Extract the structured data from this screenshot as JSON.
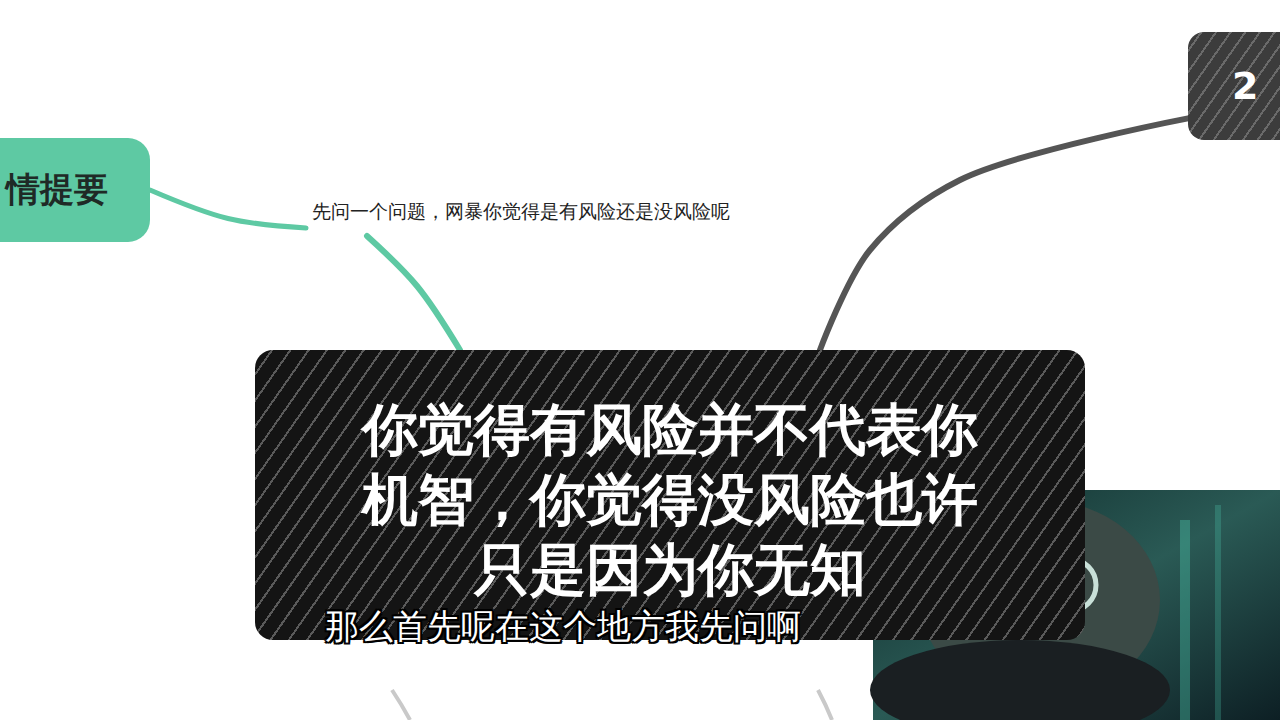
{
  "diagram": {
    "nodes": [
      {
        "text": [
          "情提要"
        ]
      },
      {
        "text": [
          "先问一个问题，网暴你觉得是有风险还是没风险呢"
        ]
      },
      {
        "text": [
          "你觉得有风险并不代表你机智，你觉得没风险也许只是因为你无知"
        ]
      },
      {
        "text": [
          "2"
        ]
      }
    ],
    "edges": [
      {
        "from": 0,
        "to": 1,
        "arrow": "none"
      },
      {
        "from": 1,
        "to": 2,
        "arrow": "none"
      },
      {
        "from": 3,
        "to": 2,
        "arrow": "none"
      }
    ],
    "labels": [
      "那么首先呢在这个地方我先问啊"
    ]
  }
}
